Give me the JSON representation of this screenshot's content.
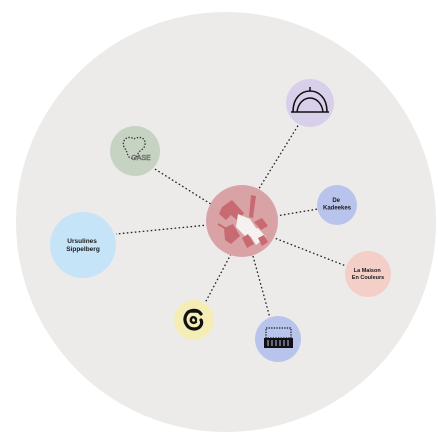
{
  "diagram": {
    "colors": {
      "background_disc": "#ecebea",
      "connector": "#222222",
      "hub": "#d9a3a5",
      "hub_building": "#c86a72",
      "top_node": "#d8d0ea",
      "oase_node": "#c6d3c3",
      "kadeekes_node": "#b8c4ec",
      "ursulines_node": "#c6e4f8",
      "maison_node": "#f3cfc8",
      "bottom_yellow_node": "#f4eeb6",
      "bottom_blue_node": "#b8c4ec"
    },
    "nodes": {
      "hub": {
        "icon": "site-plan-icon"
      },
      "top": {
        "icon": "dome-canopy-icon"
      },
      "oase": {
        "icon": "oase-logo-icon",
        "logo_text": "OASE"
      },
      "kadeekes": {
        "line1": "De",
        "line2": "Kadeekes"
      },
      "ursulines": {
        "line1": "Ursulines",
        "line2": "Sippelberg"
      },
      "maison": {
        "line1": "La Maison",
        "line2": "En Couleurs"
      },
      "bottom_yellow": {
        "icon": "swirl-logo-icon"
      },
      "bottom_blue": {
        "icon": "building-facade-icon"
      }
    }
  }
}
